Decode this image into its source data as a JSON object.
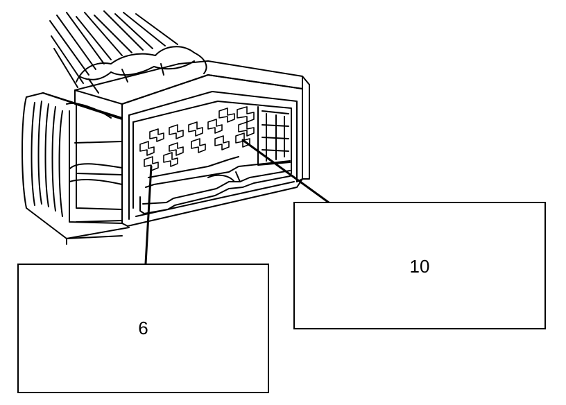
{
  "callouts": [
    {
      "id": "pin-6",
      "label": "6"
    },
    {
      "id": "pin-10",
      "label": "10"
    }
  ]
}
